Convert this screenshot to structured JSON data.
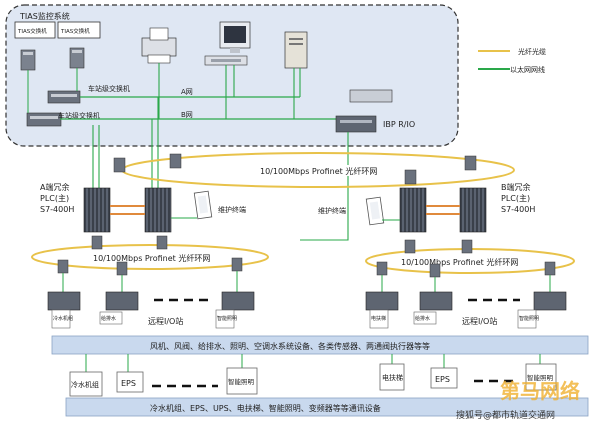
{
  "control_center": {
    "title": "TIAS监控系统",
    "panel_left": "TIAS交换机",
    "panel_right": "TIAS交换机",
    "station_switch_top": "车站级交换机",
    "station_switch_bottom": "车站级交换机",
    "net_a": "A网",
    "net_b": "B网",
    "ibp": "IBP R/IO"
  },
  "legend": {
    "fiber": "光纤光缆",
    "ethernet": "以太网网线",
    "fiber_color": "#e8c24a",
    "ethernet_color": "#2aa84a"
  },
  "ring_top": "10/100Mbps Profinet 光纤环网",
  "ring_left": "10/100Mbps Profinet 光纤环网",
  "ring_right": "10/100Mbps Profinet 光纤环网",
  "plc_left": [
    "A端冗余",
    "PLC(主)",
    "S7-400H"
  ],
  "plc_right": [
    "B端冗余",
    "PLC(主)",
    "S7-400H"
  ],
  "terminal_left": "维护终端",
  "terminal_right": "维护终端",
  "io_left": {
    "tags": [
      "冷水机组",
      "给排水",
      "智能照明"
    ],
    "remote": "远程I/O站"
  },
  "io_right": {
    "tags": [
      "电扶梯",
      "给排水",
      "智能照明"
    ],
    "remote": "远程I/O站"
  },
  "band_top": "风机、风阀、给排水、照明、空调水系统设备、各类传感器、两通阀执行器等等",
  "devices_left": [
    "冷水机组",
    "EPS",
    "智能照明"
  ],
  "devices_right": [
    "电扶梯",
    "EPS",
    "智能照明"
  ],
  "band_bottom": "冷水机组、EPS、UPS、电扶梯、智能照明、变频器等等通讯设备",
  "watermark": {
    "brand": "第马网络",
    "sub": "搜狐号@都市轨道交通网"
  },
  "colors": {
    "band": "#c9d9ee",
    "panel": "#dfe7f3",
    "ring": "#e8c24a",
    "ether": "#2aa84a",
    "orange": "#e08a3c"
  }
}
